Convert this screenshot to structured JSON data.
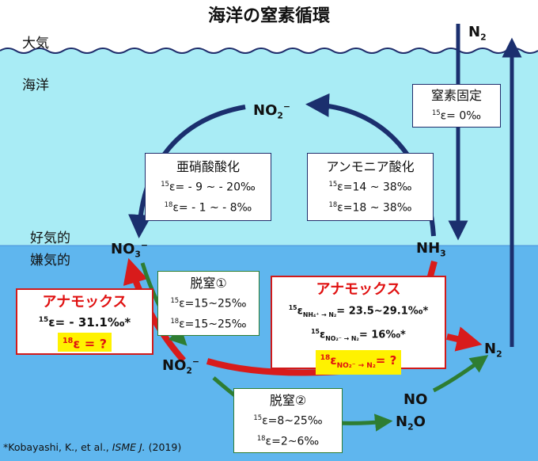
{
  "title": "海洋の窒素循環",
  "layers": {
    "atmosphere": "大気",
    "ocean": "海洋",
    "aerobic": "好気的",
    "anaerobic": "嫌気的"
  },
  "species": {
    "n2_top": "N",
    "n2_top_sub": "2",
    "no2_top": "NO",
    "no2_top_sub": "2",
    "no2_top_sup": "−",
    "no3": "NO",
    "no3_sub": "3",
    "no3_sup": "−",
    "nh3": "NH",
    "nh3_sub": "3",
    "no2_mid": "NO",
    "no2_mid_sub": "2",
    "no2_mid_sup": "−",
    "n2_right": "N",
    "n2_right_sub": "2",
    "no": "NO",
    "n2o": "N",
    "n2o_sub": "2",
    "n2o_tail": "O"
  },
  "boxes": {
    "fixation": {
      "title": "窒素固定",
      "line1": "ε= 0‰",
      "line1_sup": "15"
    },
    "nitrite_ox": {
      "title": "亜硝酸酸化",
      "line1": "ε= - 9 ~ - 20‰",
      "line1_sup": "15",
      "line2": "ε= - 1 ~ - 8‰",
      "line2_sup": "18"
    },
    "ammonia_ox": {
      "title": "アンモニア酸化",
      "line1": "ε=14 ~ 38‰",
      "line1_sup": "15",
      "line2": "ε=18 ~ 38‰",
      "line2_sup": "18"
    },
    "denit1": {
      "title": "脱窒①",
      "line1": "ε=15~25‰",
      "line1_sup": "15",
      "line2": "ε=15~25‰",
      "line2_sup": "18"
    },
    "denit2": {
      "title": "脱窒②",
      "line1": "ε=8~25‰",
      "line1_sup": "15",
      "line2": "ε=2~6‰",
      "line2_sup": "18"
    },
    "anammox_left": {
      "title": "アナモックス",
      "line1": "ε= - 31.1‰*",
      "line1_sup": "15",
      "line2": "ε = ?",
      "line2_sup": "18"
    },
    "anammox_right": {
      "title": "アナモックス",
      "line1_sup": "15",
      "line1_eps": "ε",
      "line1_sub": "NH₄⁺ → N₂",
      "line1_val": "= 23.5~29.1‰*",
      "line2_sup": "15",
      "line2_eps": "ε",
      "line2_sub": "NO₂⁻ → N₂",
      "line2_val": "= 16‰*",
      "line3_sup": "18",
      "line3_eps": "ε",
      "line3_sub": "NO₂⁻ → N₂",
      "line3_val": "= ?"
    }
  },
  "citation": {
    "prefix": "*Kobayashi, K., et al., ",
    "journal": "ISME J.",
    "year": "(2019)"
  },
  "colors": {
    "ocean_upper": "#a9ecf5",
    "ocean_lower": "#5fb6ee",
    "navy_arrow": "#1b2f6e",
    "red_arrow": "#d81b1b",
    "green_arrow": "#2e7d32",
    "highlight": "#fff200"
  }
}
